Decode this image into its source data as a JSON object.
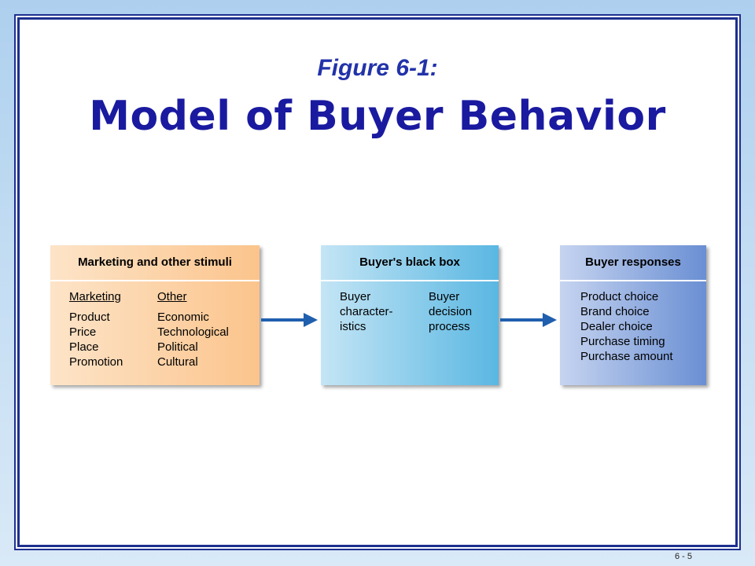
{
  "figure_label": "Figure 6-1:",
  "title": "Model of Buyer Behavior",
  "stimuli": {
    "header": "Marketing and other stimuli",
    "marketing": {
      "heading": "Marketing",
      "items": [
        "Product",
        "Price",
        "Place",
        "Promotion"
      ]
    },
    "other": {
      "heading": "Other",
      "items": [
        "Economic",
        "Technological",
        "Political",
        "Cultural"
      ]
    }
  },
  "black_box": {
    "header": "Buyer's black box",
    "characteristics": [
      "Buyer",
      "character-",
      "istics"
    ],
    "decision": [
      "Buyer",
      "decision",
      "process"
    ]
  },
  "responses": {
    "header": "Buyer responses",
    "items": [
      "Product choice",
      "Brand choice",
      "Dealer choice",
      "Purchase timing",
      "Purchase amount"
    ]
  },
  "page_number": "6 - 5",
  "colors": {
    "frame": "#1d2f8f",
    "title": "#1a1aa0",
    "arrow": "#1f5fae",
    "stimuli_box": "#fbc48c",
    "black_box": "#5ab7e2",
    "responses_box": "#6a8fd3"
  }
}
